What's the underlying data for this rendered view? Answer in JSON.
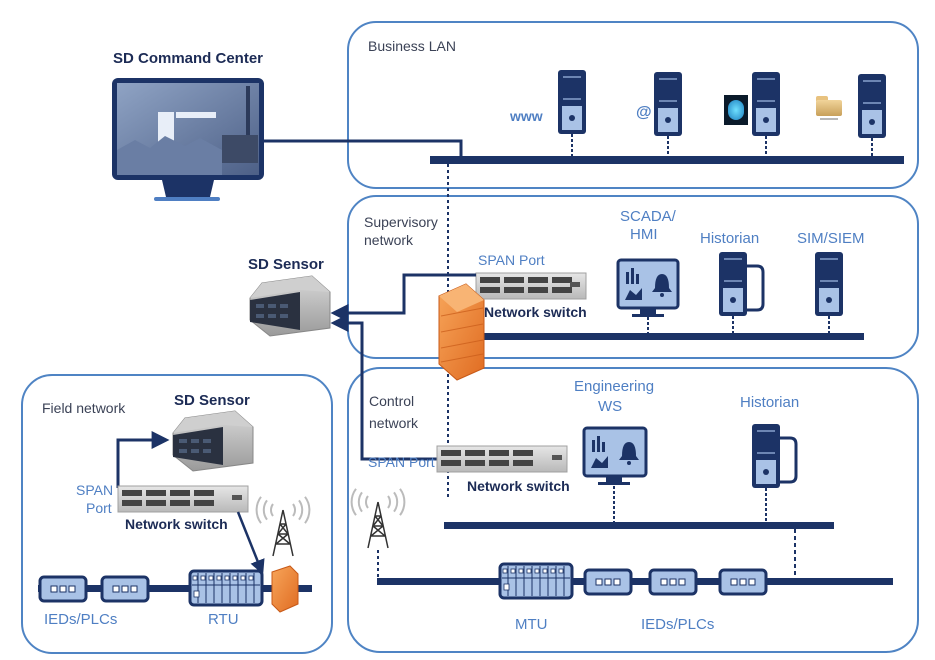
{
  "colors": {
    "zone_border": "#4f84c4",
    "bus": "#1c3366",
    "label_dark": "#1c2b55",
    "label_blue": "#4f7fc3",
    "label_gray": "#3b4256",
    "device_fill": "#a9c2e6",
    "firewall": "#f08a3c"
  },
  "command_center": {
    "title": "SD Command Center"
  },
  "business_lan": {
    "title": "Business LAN",
    "servers": [
      {
        "label": "www",
        "icon": "web-icon"
      },
      {
        "label": "@",
        "icon": "email-icon"
      },
      {
        "label": "",
        "icon": "lock-icon"
      },
      {
        "label": "",
        "icon": "folder-share-icon"
      }
    ]
  },
  "supervisory": {
    "title_line1": "Supervisory",
    "title_line2": "network",
    "span_port": "SPAN Port",
    "switch_label": "Network switch",
    "scada_line1": "SCADA/",
    "scada_line2": "HMI",
    "historian": "Historian",
    "siem": "SIM/SIEM"
  },
  "sensor_main": {
    "title": "SD Sensor"
  },
  "control": {
    "title_line1": "Control",
    "title_line2": "network",
    "span_port": "SPAN Port",
    "switch_label": "Network switch",
    "eng_line1": "Engineering",
    "eng_line2": "WS",
    "historian": "Historian",
    "mtu": "MTU",
    "ieds": "IEDs/PLCs"
  },
  "field": {
    "title": "Field network",
    "sensor": "SD Sensor",
    "span_line1": "SPAN",
    "span_line2": "Port",
    "switch_label": "Network switch",
    "ieds": "IEDs/PLCs",
    "rtu": "RTU"
  }
}
